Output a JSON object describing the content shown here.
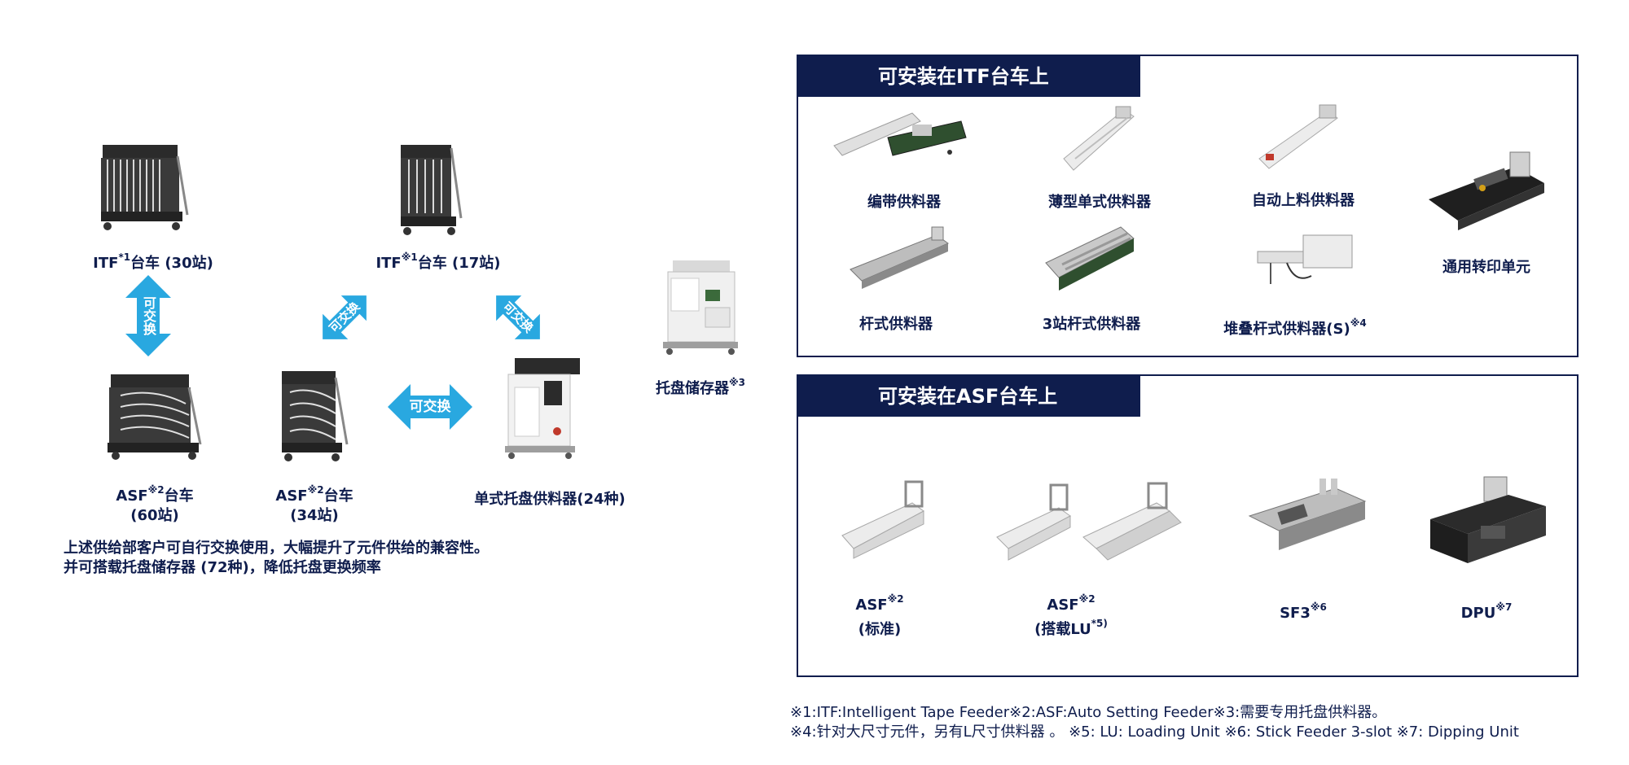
{
  "left": {
    "itf30": {
      "name": "ITF",
      "sup": "*1",
      "rest": "台车 (30站)"
    },
    "itf17": {
      "name": "ITF",
      "sup": "※1",
      "rest": "台车 (17站)"
    },
    "asf60": {
      "name": "ASF",
      "sup": "※2",
      "rest": "台车",
      "line2": "(60站)"
    },
    "asf34": {
      "name": "ASF",
      "sup": "※2",
      "rest": "台车",
      "line2": "(34站)"
    },
    "single_tray": "单式托盘供料器(24种)",
    "tray_storage": {
      "name": "托盘储存器",
      "sup": "※3"
    },
    "exchange_label": "可交换",
    "note_line1": "上述供给部客户可自行交换使用，大幅提升了元件供给的兼容性。",
    "note_line2": "并可搭载托盘储存器 (72种)，降低托盘更换频率"
  },
  "itf_panel": {
    "title": "可安装在ITF台车上",
    "items": [
      {
        "label": "编带供料器",
        "sup": ""
      },
      {
        "label": "薄型单式供料器",
        "sup": ""
      },
      {
        "label": "自动上料供料器",
        "sup": ""
      },
      {
        "label": "通用转印单元",
        "sup": ""
      },
      {
        "label": "杆式供料器",
        "sup": ""
      },
      {
        "label": "3站杆式供料器",
        "sup": ""
      },
      {
        "label": "堆叠杆式供料器(S)",
        "sup": "※4"
      }
    ]
  },
  "asf_panel": {
    "title": "可安装在ASF台车上",
    "items": [
      {
        "label": "ASF",
        "sup": "※2",
        "line2": "(标准)",
        "line2_sup": ""
      },
      {
        "label": "ASF",
        "sup": "※2",
        "line2": "(搭载LU",
        "line2_sup": "*5)"
      },
      {
        "label": "SF3",
        "sup": "※6",
        "line2": "",
        "line2_sup": ""
      },
      {
        "label": "DPU",
        "sup": "※7",
        "line2": "",
        "line2_sup": ""
      }
    ]
  },
  "footnotes": {
    "line1": "※1:ITF:Intelligent Tape Feeder※2:ASF:Auto Setting Feeder※3:需要专用托盘供料器。",
    "line2": "※4:针对大尺寸元件，另有L尺寸供料器 。 ※5: LU: Loading Unit ※6: Stick Feeder 3-slot ※7: Dipping Unit"
  },
  "colors": {
    "navy": "#0f1d4d",
    "arrow": "#29a8e0",
    "machine_dark": "#2b2b2b",
    "machine_light": "#e8e8e8"
  }
}
